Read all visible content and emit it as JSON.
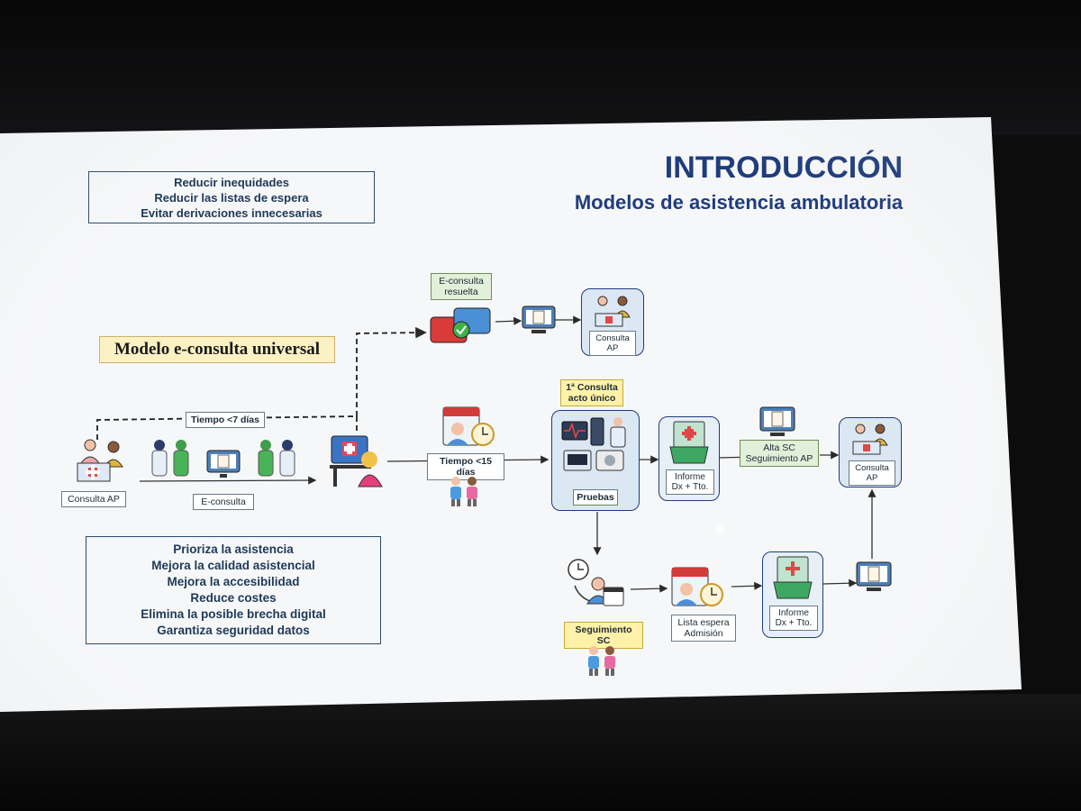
{
  "slide": {
    "title": "INTRODUCCIÓN",
    "subtitle": "Modelos de asistencia ambulatoria",
    "objectives": [
      "Reducir inequidades",
      "Reducir las listas de espera",
      "Evitar derivaciones innecesarias"
    ],
    "model_label": "Modelo e-consulta universal",
    "benefits": [
      "Prioriza la asistencia",
      "Mejora la calidad asistencial",
      "Mejora la accesibilidad",
      "Reduce costes",
      "Elimina la posible brecha digital",
      "Garantiza seguridad datos"
    ]
  },
  "flow": {
    "consulta_ap_start": "Consulta AP",
    "tiempo_7": "Tiempo <7 días",
    "e_consulta": "E-consulta",
    "e_consulta_resuelta": [
      "E-consulta",
      "resuelta"
    ],
    "consulta_ap_top": [
      "Consulta",
      "AP"
    ],
    "tiempo_15": "Tiempo <15 días",
    "primera_consulta": [
      "1ª Consulta",
      "acto único"
    ],
    "pruebas": "Pruebas",
    "informe_1": [
      "Informe",
      "Dx + Tto."
    ],
    "alta_sc": [
      "Alta SC",
      "Seguimiento AP"
    ],
    "consulta_ap_right": [
      "Consulta",
      "AP"
    ],
    "seguimiento_sc": "Seguimiento SC",
    "lista_espera": [
      "Lista espera",
      "Admisión"
    ],
    "informe_2": [
      "Informe",
      "Dx + Tto."
    ]
  },
  "colors": {
    "title_blue": "#1f3c7c",
    "box_border": "#2d4c68",
    "model_label_bg": "#fbf1c2",
    "label_green": "#e2efd9",
    "label_yellow": "#fff2a8"
  }
}
